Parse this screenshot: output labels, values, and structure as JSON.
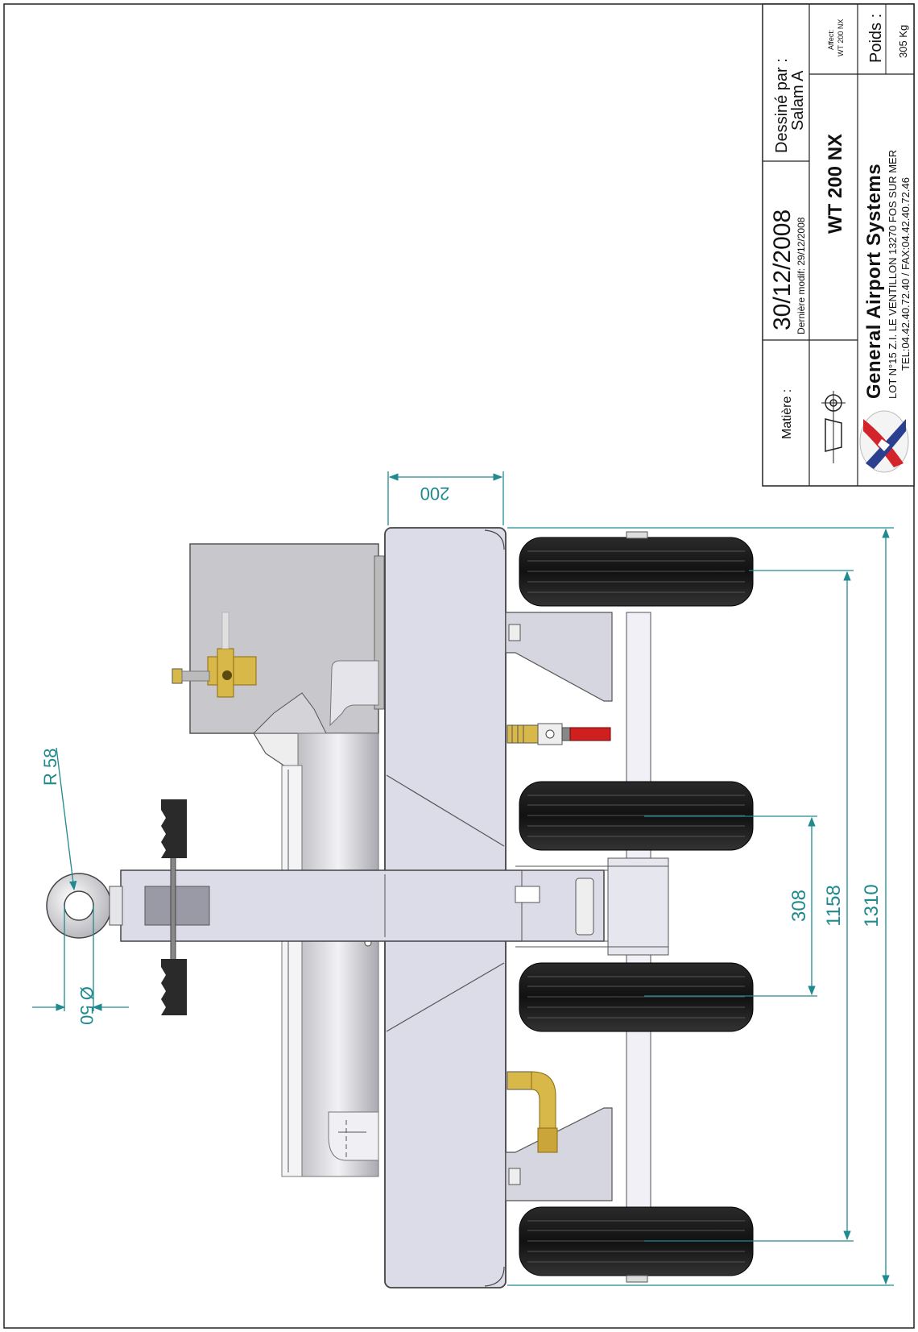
{
  "title_block": {
    "matiere_label": "Matière :",
    "date": "30/12/2008",
    "derniere_modif": "Dernière modif: 29/12/2008",
    "dessine_par_label": "Dessiné par :",
    "dessine_par_value": "Salam A",
    "model": "WT 200 NX",
    "affect_label": "Affect:",
    "affect_value": "WT 200 NX",
    "company_name": "General Airport Systems",
    "address": "LOT N°15 Z.I. LE VENTILLON 13270 FOS SUR MER",
    "contact": "TEL:04.42.40.72.40 / FAX:04.42.40.72.46",
    "poids_label": "Poids :",
    "poids_value": "305 Kg"
  },
  "dimensions": {
    "radius": "R 58",
    "diameter": "Ø 50",
    "height": "200",
    "axle_spacing": "308",
    "wheel_span": "1158",
    "overall_length": "1310"
  },
  "colors": {
    "dimension": "#1f8a8f",
    "frame": "#dcdce8",
    "tire": "#1a1a1a",
    "brass": "#d9b84a",
    "valve_handle": "#d01f1f",
    "logo_red": "#d4242b",
    "logo_blue": "#2a3f8f"
  }
}
